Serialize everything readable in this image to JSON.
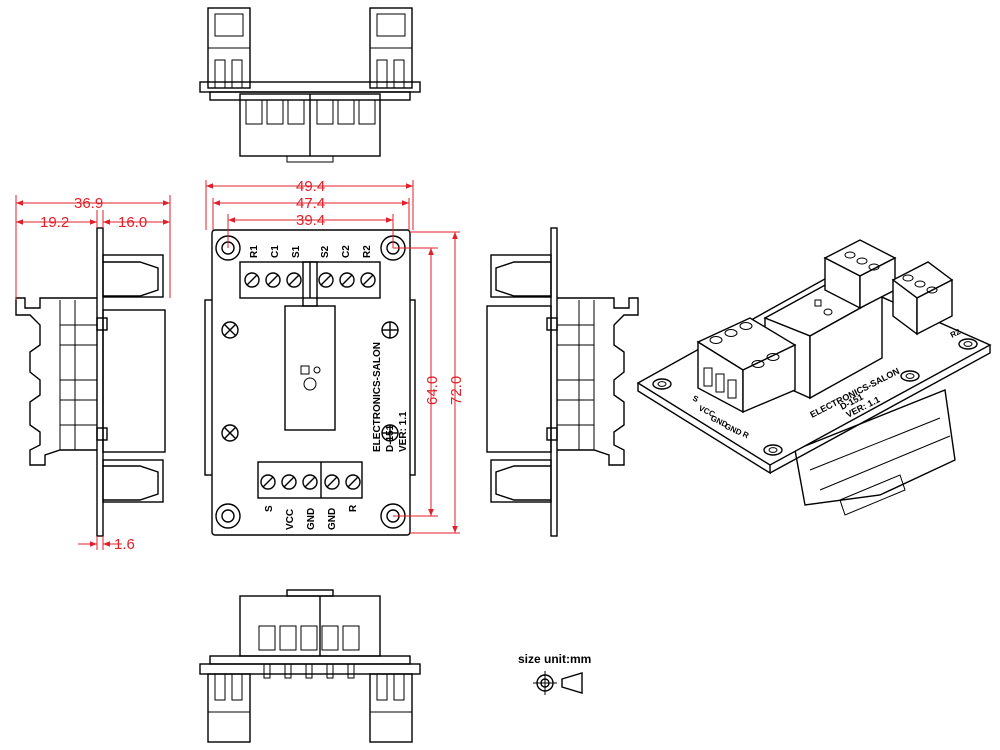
{
  "dimensions": {
    "width_total": "49.4",
    "width_mid": "47.4",
    "hole_spacing_x": "39.4",
    "height_holes": "64.0",
    "height_total": "72.0",
    "depth_total": "36.9",
    "depth_front": "19.2",
    "depth_rear": "16.0",
    "board_thickness": "1.6"
  },
  "board": {
    "top_pins": [
      "R1",
      "C1",
      "S1",
      "S2",
      "C2",
      "R2"
    ],
    "bottom_pins": [
      "S",
      "VCC",
      "GND",
      "GND",
      "R"
    ],
    "brand": "ELECTRONICS-SALON",
    "model": "D-151",
    "version": "VER: 1.1"
  },
  "iso": {
    "pins": [
      "S",
      "VCC",
      "GND",
      "GND",
      "R"
    ],
    "brand": "ELECTRONICS-SALON",
    "model": "D-151",
    "version": "VER: 1.1",
    "corner_pin": "R2"
  },
  "legend": {
    "unit_label": "size unit:mm",
    "projection_symbol": "third-angle-projection-icon"
  }
}
